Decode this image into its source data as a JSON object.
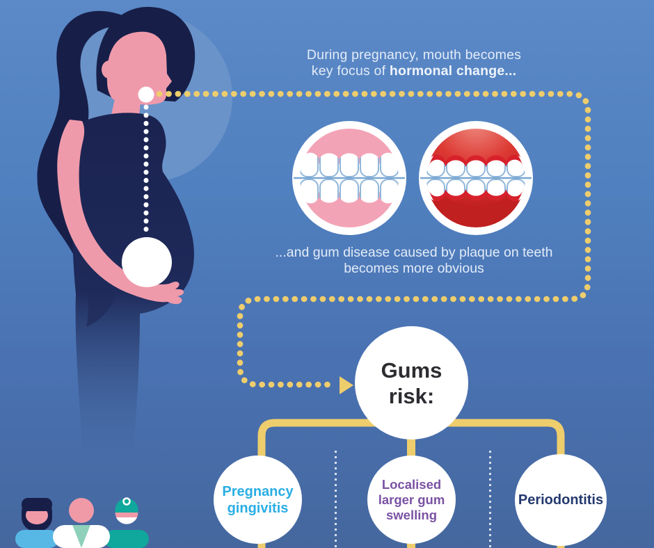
{
  "infographic": {
    "header": {
      "line1": "During pregnancy, mouth becomes",
      "line2_prefix": "key focus of ",
      "line2_emphasis": "hormonal change..."
    },
    "caption": {
      "line1": "...and gum disease caused by plaque on teeth",
      "line2": "becomes more obvious"
    },
    "hub": {
      "line1": "Gums",
      "line2": "risk:"
    },
    "risks": [
      {
        "name": "pregnancy-gingivitis",
        "lines": [
          "Pregnancy",
          "gingivitis"
        ],
        "color": "#29ade4"
      },
      {
        "name": "localised-larger-gum-swelling",
        "lines": [
          "Localised",
          "larger gum",
          "swelling"
        ],
        "color": "#7a52a3"
      },
      {
        "name": "periodontitis",
        "lines": [
          "Periodontitis"
        ],
        "color": "#24396f"
      }
    ],
    "icons": {
      "healthy_mouth": "healthy-gums-icon",
      "inflamed_mouth": "inflamed-gums-icon",
      "flow_arrow": "flow-arrow-icon",
      "mother": "mother-icon",
      "doctor": "doctor-icon",
      "dentist": "dentist-icon"
    },
    "colors": {
      "background_top": "#5c89c7",
      "background_bottom": "#45679e",
      "accent_yellow": "#eecd6d",
      "healthy_gum_pink": "#f3a3b6",
      "inflamed_gum_red": "#d7212b",
      "skin_pink": "#ef9aab",
      "navy": "#1b2350",
      "teal": "#10a79c",
      "light_blue": "#57b8e6"
    }
  }
}
